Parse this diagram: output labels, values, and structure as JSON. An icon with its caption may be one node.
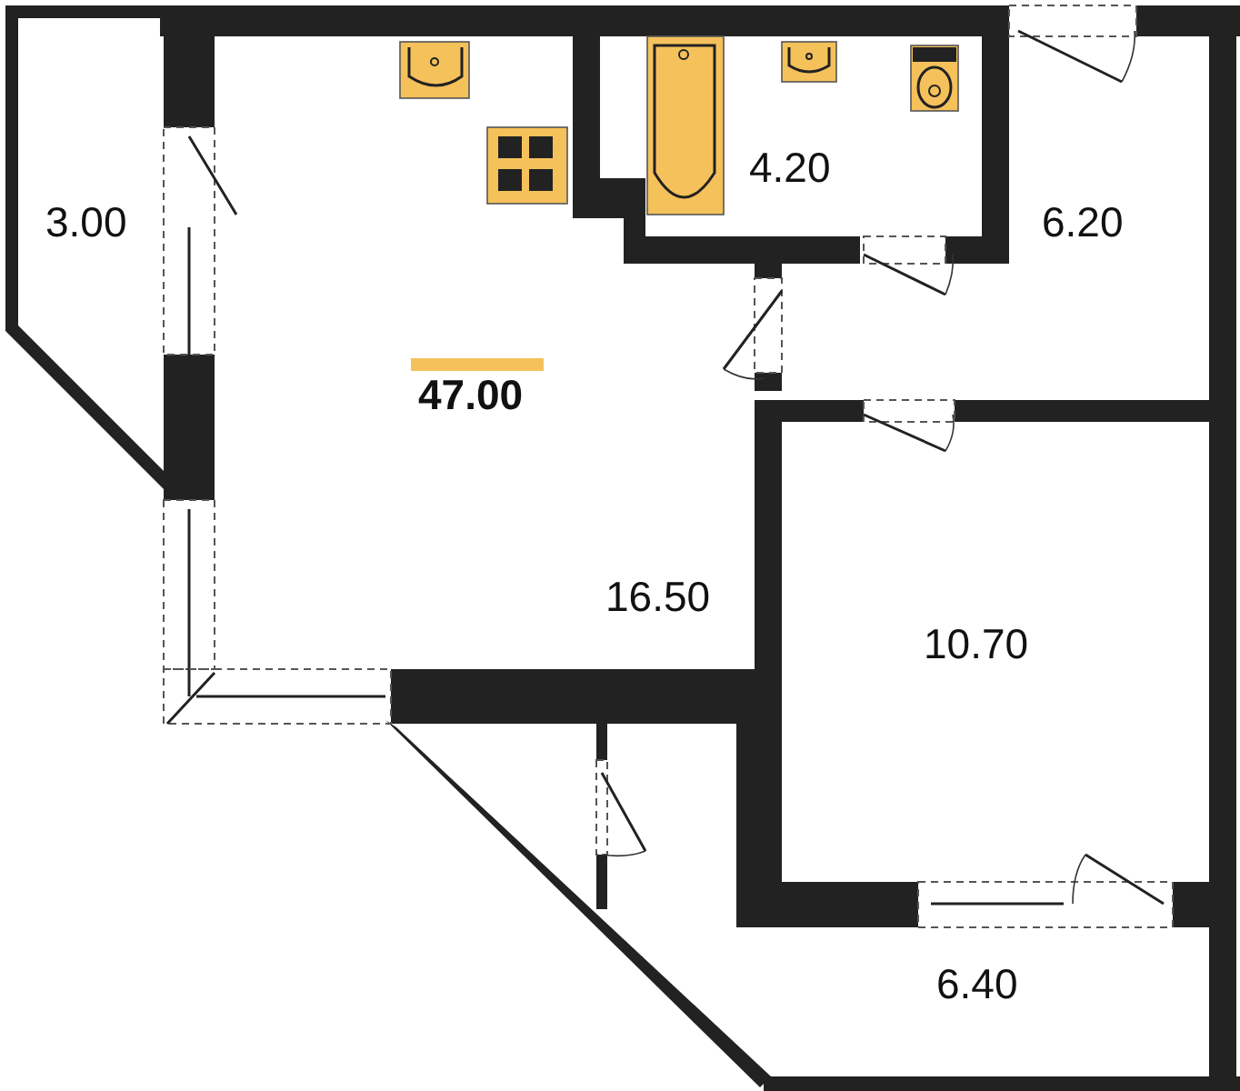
{
  "diagram": {
    "labels": [
      "4.20",
      "3.00",
      "6.20",
      "47.00",
      "16.50",
      "10.70",
      "6.40"
    ]
  }
}
